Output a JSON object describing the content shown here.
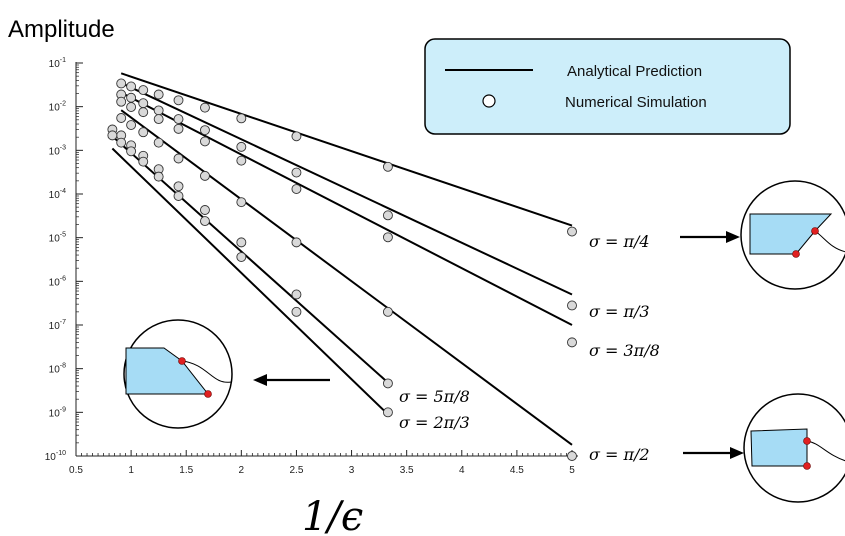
{
  "chart_data": {
    "type": "line",
    "ylabel": "Amplitude",
    "xlabel": "1/ϵ",
    "xlim": [
      0.5,
      5
    ],
    "ylim": [
      1e-10,
      0.1
    ],
    "yscale": "log",
    "xticks": [
      "0.5",
      "1",
      "1.5",
      "2",
      "2.5",
      "3",
      "3.5",
      "4",
      "4.5",
      "5"
    ],
    "yticks": [
      {
        "base": "10",
        "exp": "-1"
      },
      {
        "base": "10",
        "exp": "-2"
      },
      {
        "base": "10",
        "exp": "-3"
      },
      {
        "base": "10",
        "exp": "-4"
      },
      {
        "base": "10",
        "exp": "-5"
      },
      {
        "base": "10",
        "exp": "-6"
      },
      {
        "base": "10",
        "exp": "-7"
      },
      {
        "base": "10",
        "exp": "-8"
      },
      {
        "base": "10",
        "exp": "-9"
      },
      {
        "base": "10",
        "exp": "-10"
      }
    ],
    "legend": {
      "position": "top-right",
      "entries": [
        {
          "label": "Analytical Prediction",
          "marker": "line"
        },
        {
          "label": "Numerical Simulation",
          "marker": "circle"
        }
      ]
    },
    "colors": {
      "line": "#000000",
      "marker_fill": "#d9d9d9",
      "legend_fill": "#cdeefa",
      "inset_fill": "#a6dcf5",
      "dot": "#e02020"
    },
    "series": [
      {
        "name": "σ = π/4",
        "line": [
          [
            0.91,
            0.058
          ],
          [
            5.0,
            1.89e-05
          ]
        ],
        "points": [
          [
            0.91,
            0.034
          ],
          [
            1.0,
            0.029
          ],
          [
            1.11,
            0.024
          ],
          [
            1.25,
            0.019
          ],
          [
            1.43,
            0.014
          ],
          [
            1.67,
            0.0095
          ],
          [
            2.0,
            0.0054
          ],
          [
            2.5,
            0.0021
          ],
          [
            3.33,
            0.00042
          ],
          [
            5.0,
            1.38e-05
          ]
        ]
      },
      {
        "name": "σ = π/3",
        "line": [
          [
            0.91,
            0.035
          ],
          [
            5.0,
            5e-07
          ]
        ],
        "points": [
          [
            0.91,
            0.019
          ],
          [
            1.0,
            0.016
          ],
          [
            1.11,
            0.012
          ],
          [
            1.25,
            0.0082
          ],
          [
            1.43,
            0.0052
          ],
          [
            1.67,
            0.0029
          ],
          [
            2.0,
            0.0012
          ],
          [
            2.5,
            0.00031
          ],
          [
            3.33,
            3.25e-05
          ],
          [
            5.0,
            2.8e-07
          ]
        ]
      },
      {
        "name": "σ = 3π/8",
        "line": [
          [
            0.91,
            0.021
          ],
          [
            5.0,
            1e-07
          ]
        ],
        "points": [
          [
            0.91,
            0.013
          ],
          [
            1.0,
            0.0098
          ],
          [
            1.11,
            0.0075
          ],
          [
            1.25,
            0.0052
          ],
          [
            1.43,
            0.0031
          ],
          [
            1.67,
            0.0016
          ],
          [
            2.0,
            0.00058
          ],
          [
            2.5,
            0.00013
          ],
          [
            3.33,
            1.02e-05
          ],
          [
            5.0,
            4e-08
          ]
        ]
      },
      {
        "name": "σ = π/2",
        "line": [
          [
            0.91,
            0.0083
          ],
          [
            5.0,
            1.8e-10
          ]
        ],
        "points": [
          [
            0.91,
            0.0055
          ],
          [
            1.0,
            0.0038
          ],
          [
            1.11,
            0.0026
          ],
          [
            1.25,
            0.0015
          ],
          [
            1.43,
            0.00065
          ],
          [
            1.67,
            0.00026
          ],
          [
            2.0,
            6.5e-05
          ],
          [
            2.5,
            7.8e-06
          ],
          [
            3.33,
            2e-07
          ],
          [
            5.0,
            1e-10
          ]
        ]
      },
      {
        "name": "σ = 5π/8",
        "line": [
          [
            0.83,
            0.0021
          ],
          [
            3.33,
            4.8e-09
          ]
        ],
        "points": [
          [
            0.83,
            0.003
          ],
          [
            0.91,
            0.0022
          ],
          [
            1.0,
            0.0013
          ],
          [
            1.11,
            0.00075
          ],
          [
            1.25,
            0.00037
          ],
          [
            1.43,
            0.00015
          ],
          [
            1.67,
            4.3e-05
          ],
          [
            2.0,
            7.8e-06
          ],
          [
            2.5,
            5e-07
          ],
          [
            3.33,
            4.6e-09
          ]
        ]
      },
      {
        "name": "σ = 2π/3",
        "line": [
          [
            0.83,
            0.0011
          ],
          [
            3.33,
            9e-10
          ]
        ],
        "points": [
          [
            0.83,
            0.0022
          ],
          [
            0.91,
            0.0015
          ],
          [
            1.0,
            0.00095
          ],
          [
            1.11,
            0.00055
          ],
          [
            1.25,
            0.00025
          ],
          [
            1.43,
            9e-05
          ],
          [
            1.67,
            2.4e-05
          ],
          [
            2.0,
            3.6e-06
          ],
          [
            2.5,
            2e-07
          ],
          [
            3.33,
            1e-09
          ]
        ]
      }
    ]
  }
}
